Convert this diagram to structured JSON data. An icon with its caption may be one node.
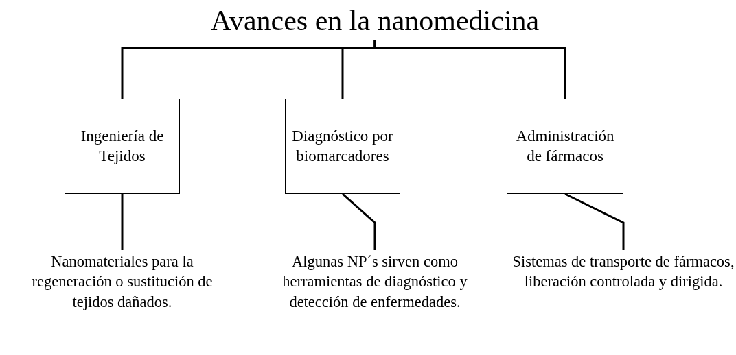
{
  "diagram": {
    "nodes": [
      {
        "text": [
          "Avances en la nanomedicina"
        ]
      },
      {
        "text": [
          "Ingeniería de Tejidos"
        ]
      },
      {
        "text": [
          "Diagnóstico por biomarcadores"
        ]
      },
      {
        "text": [
          "Administración de fármacos"
        ]
      },
      {
        "text": [
          "Nanomateriales para la regeneración o sustitución de tejidos dañados."
        ]
      },
      {
        "text": [
          "Algunas NP´s sirven como herramientas de diagnóstico y detección de enfermedades."
        ]
      },
      {
        "text": [
          "Sistemas de transporte de fármacos, liberación controlada y dirigida."
        ]
      }
    ],
    "edges": [
      {
        "from": 0,
        "to": 1,
        "arrow": "none"
      },
      {
        "from": 0,
        "to": 2,
        "arrow": "none"
      },
      {
        "from": 0,
        "to": 3,
        "arrow": "none"
      },
      {
        "from": 1,
        "to": 4,
        "arrow": "none"
      },
      {
        "from": 2,
        "to": 5,
        "arrow": "none"
      },
      {
        "from": 3,
        "to": 6,
        "arrow": "none"
      }
    ]
  }
}
